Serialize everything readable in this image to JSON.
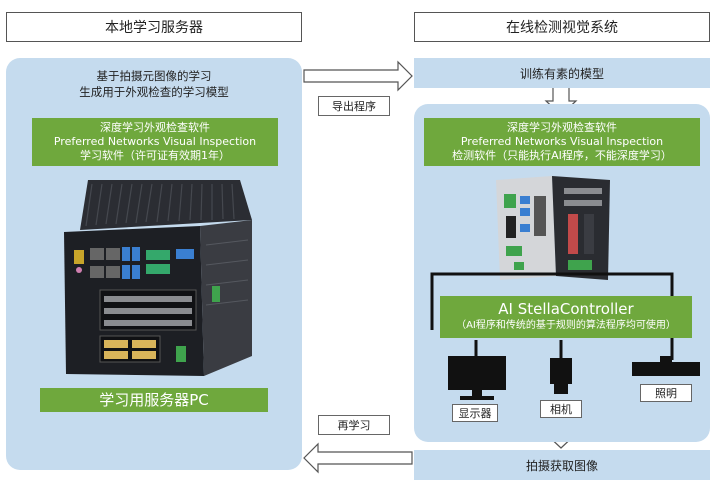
{
  "left": {
    "header": "本地学习服务器",
    "intro_line1": "基于拍摄元图像的学习",
    "intro_line2": "生成用于外观检查的学习模型",
    "software_line1": "深度学习外观检查软件",
    "software_line2": "Preferred Networks Visual Inspection",
    "software_line3": "学习软件（许可证有效期1年）",
    "pc_label": "学习用服务器PC"
  },
  "right": {
    "header": "在线检测视觉系统",
    "model_band": "训练有素的模型",
    "software_line1": "深度学习外观检查软件",
    "software_line2": "Preferred Networks Visual Inspection",
    "software_line3": "检测软件（只能执行AI程序，不能深度学习）",
    "controller_title": "AI StellaController",
    "controller_sub": "（AI程序和传统的基于规则的算法程序均可使用）",
    "display_label": "显示器",
    "camera_label": "相机",
    "light_label": "照明",
    "capture_band": "拍摄获取图像"
  },
  "arrows": {
    "export_label": "导出程序",
    "relearn_label": "再学习"
  },
  "colors": {
    "panel": "#c5dbee",
    "green": "#6fa83d"
  }
}
